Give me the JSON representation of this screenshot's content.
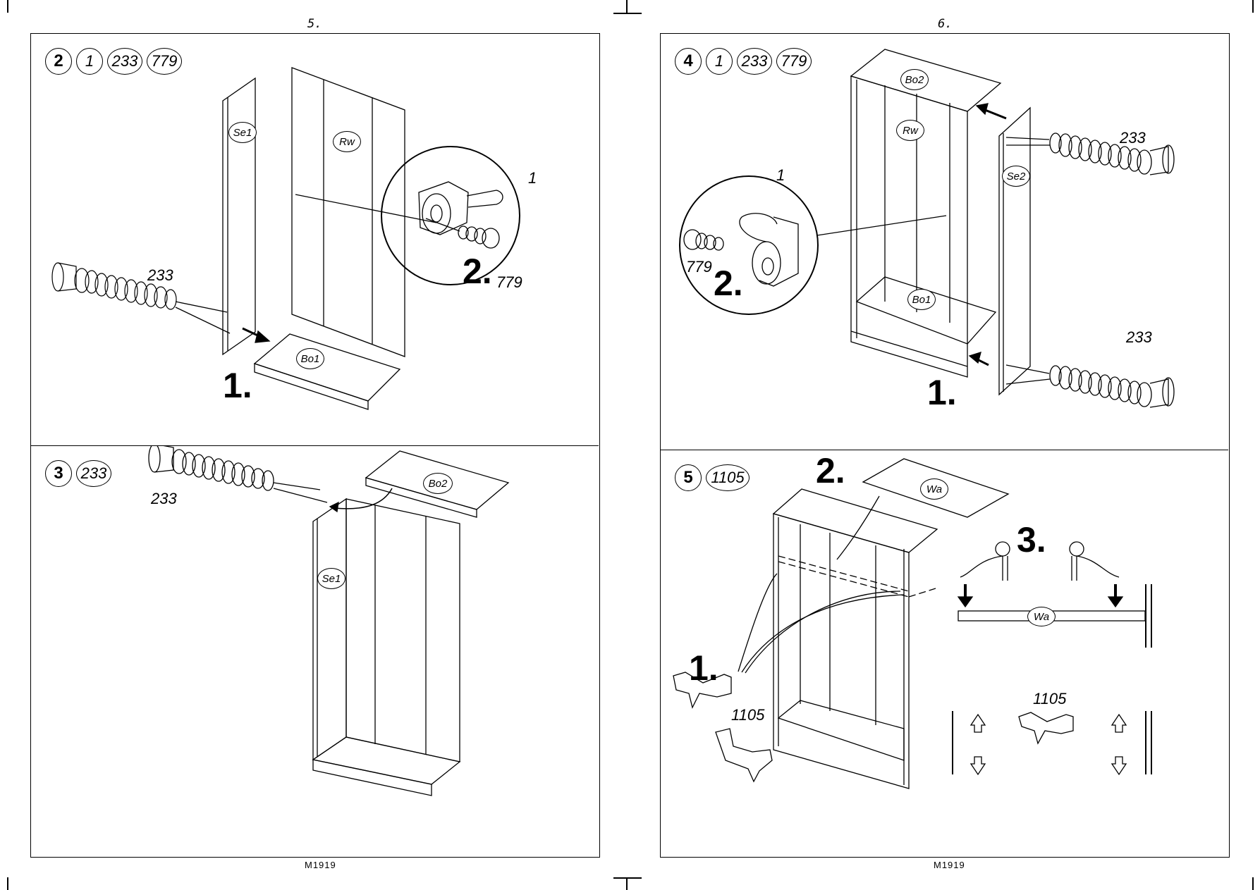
{
  "pages": [
    {
      "page_number": "5.",
      "footer": "M1919",
      "panels": [
        {
          "step": "2",
          "parts": [
            "1",
            "233",
            "779"
          ],
          "part_labels": {
            "side": "Se1",
            "back": "Rw",
            "bottom": "Bo1"
          },
          "callouts": {
            "c1": "1",
            "screw": "779",
            "dowel": "233"
          },
          "sub_steps": [
            "1.",
            "2."
          ]
        },
        {
          "step": "3",
          "parts": [
            "233"
          ],
          "part_labels": {
            "side": "Se1",
            "top": "Bo2"
          },
          "callouts": {
            "dowel": "233"
          }
        }
      ]
    },
    {
      "page_number": "6.",
      "footer": "M1919",
      "panels": [
        {
          "step": "4",
          "parts": [
            "1",
            "233",
            "779"
          ],
          "part_labels": {
            "top": "Bo2",
            "back": "Rw",
            "side": "Se2",
            "bottom": "Bo1"
          },
          "callouts": {
            "c1": "1",
            "screw": "779",
            "dowel_top": "233",
            "dowel_bottom": "233"
          },
          "sub_steps": [
            "1.",
            "2."
          ]
        },
        {
          "step": "5",
          "parts": [
            "1105"
          ],
          "part_labels": {
            "shelf": "Wa",
            "shelf_detail": "Wa"
          },
          "callouts": {
            "support_a": "1105",
            "support_b": "1105"
          },
          "sub_steps": [
            "1.",
            "2.",
            "3."
          ]
        }
      ]
    }
  ]
}
